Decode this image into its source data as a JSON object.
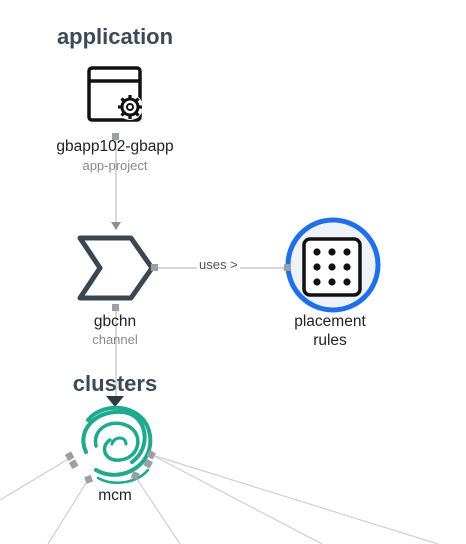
{
  "sections": {
    "application_title": "application",
    "clusters_title": "clusters"
  },
  "nodes": {
    "application": {
      "name": "gbapp102-gbapp",
      "type": "app-project",
      "icon": "app-settings-icon"
    },
    "channel": {
      "name": "gbchn",
      "type": "channel",
      "icon": "channel-chevron-icon"
    },
    "placement": {
      "name_line1": "placement",
      "name_line2": "rules",
      "icon": "grid-dots-icon"
    },
    "cluster": {
      "name": "mcm",
      "icon": "cluster-swirl-icon"
    }
  },
  "edges": {
    "uses_label": "uses >"
  },
  "colors": {
    "title": "#3b4a57",
    "node_stroke": "#3b4750",
    "placement_ring": "#1f6fe8",
    "placement_fill": "#eef2f8",
    "cluster": "#1fa98f",
    "edge": "#c8c8c8",
    "port": "#9aa0a6"
  }
}
